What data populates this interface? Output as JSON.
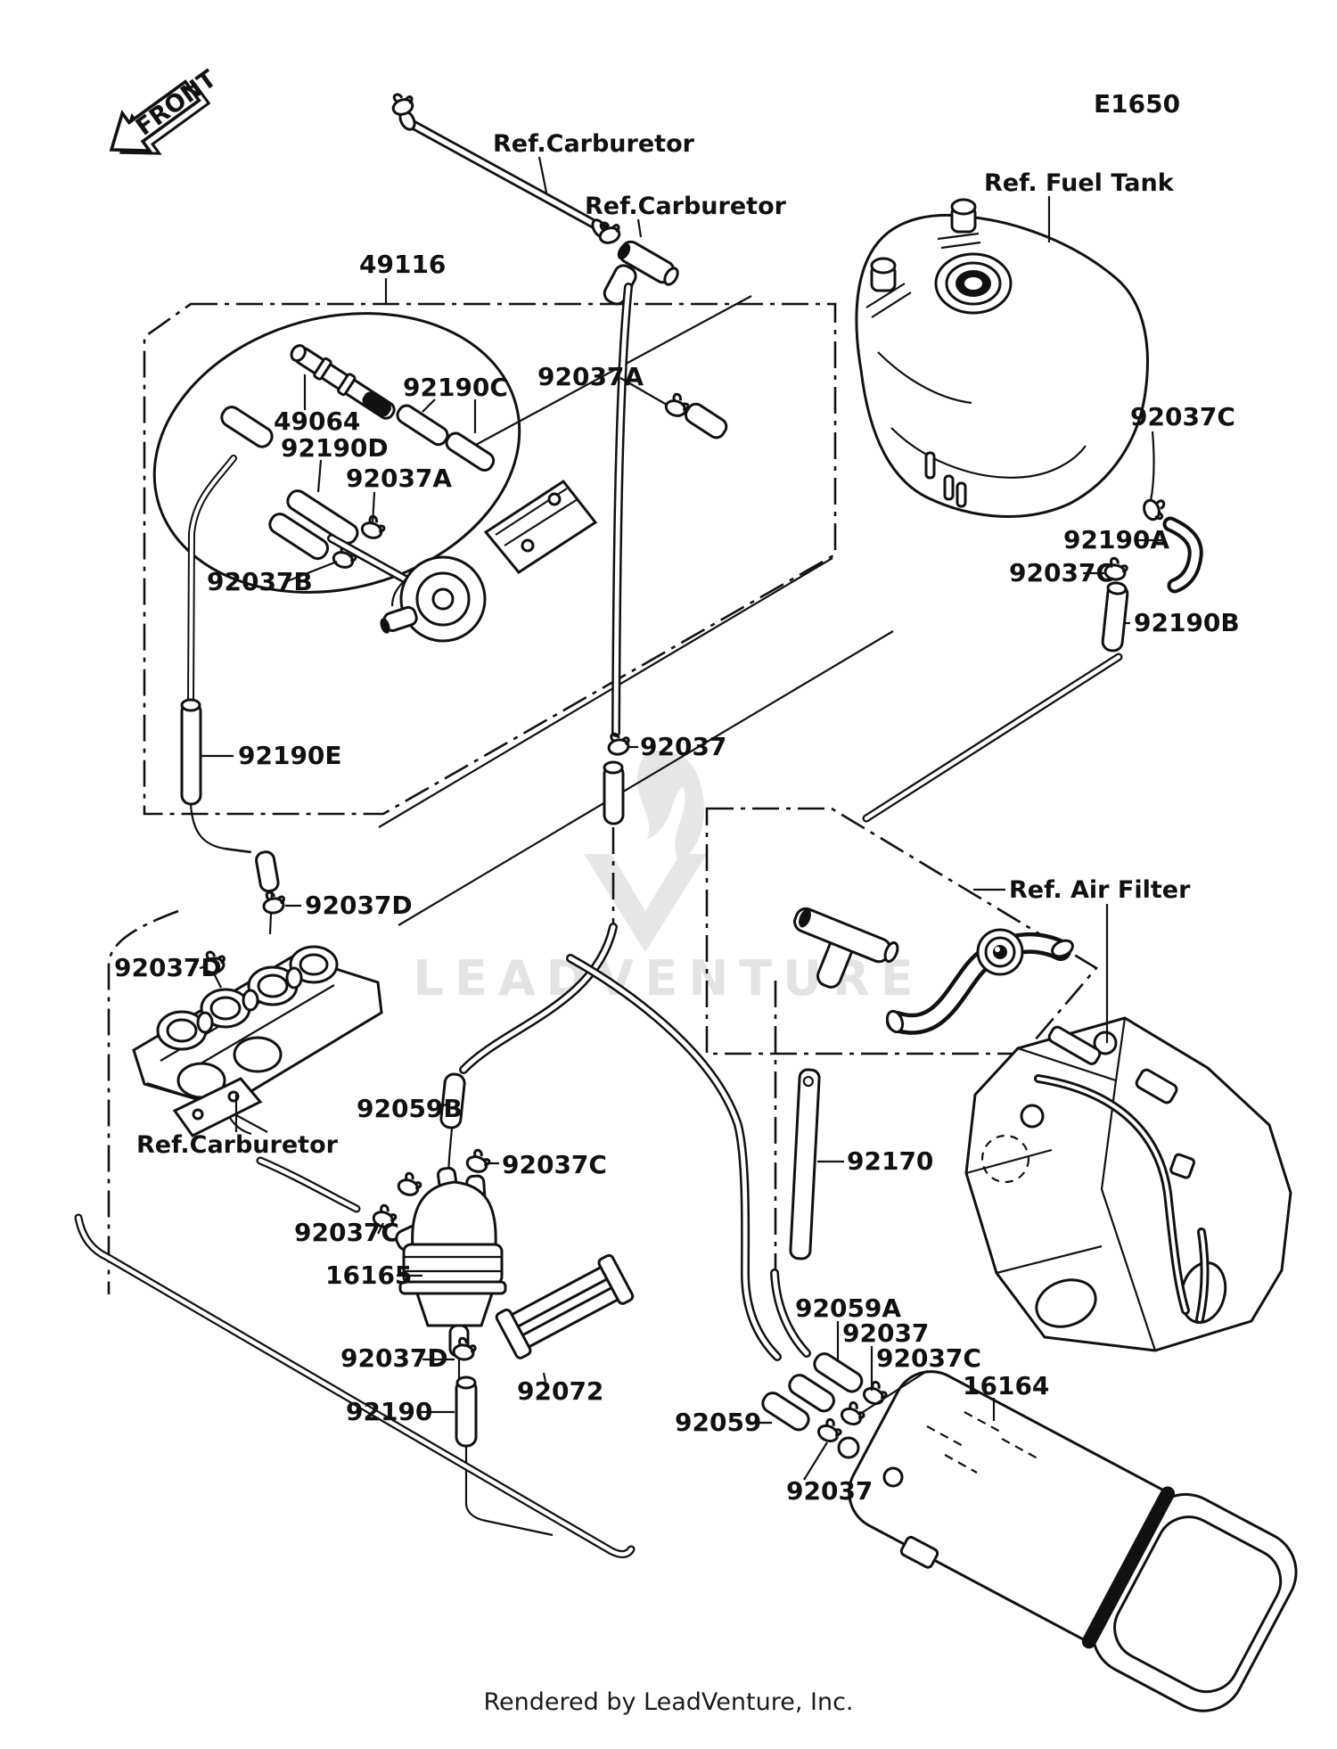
{
  "page": {
    "background": "#ffffff",
    "ink": "#111111",
    "watermark_color": "#e3e3e3"
  },
  "header": {
    "diagram_code": "E1650"
  },
  "front_marker": {
    "text": "FRONT"
  },
  "watermark": {
    "text": "LEADVENTURE"
  },
  "footer": {
    "credit": "Rendered by LeadVenture, Inc."
  },
  "labels": [
    {
      "id": "e1650",
      "text": "E1650"
    },
    {
      "id": "ref-carburetor-top",
      "text": "Ref.Carburetor"
    },
    {
      "id": "ref-carburetor-mid",
      "text": "Ref.Carburetor"
    },
    {
      "id": "ref-fuel-tank",
      "text": "Ref. Fuel Tank"
    },
    {
      "id": "49116",
      "text": "49116"
    },
    {
      "id": "92190C",
      "text": "92190C"
    },
    {
      "id": "49064",
      "text": "49064"
    },
    {
      "id": "92190D",
      "text": "92190D"
    },
    {
      "id": "92037A-right",
      "text": "92037A"
    },
    {
      "id": "92037A",
      "text": "92037A"
    },
    {
      "id": "92037B",
      "text": "92037B"
    },
    {
      "id": "92037C-tank-top",
      "text": "92037C"
    },
    {
      "id": "92190A",
      "text": "92190A"
    },
    {
      "id": "92037C-tank-mid",
      "text": "92037C"
    },
    {
      "id": "92190B",
      "text": "92190B"
    },
    {
      "id": "92190E",
      "text": "92190E"
    },
    {
      "id": "92037-mid",
      "text": "92037"
    },
    {
      "id": "ref-air-filter",
      "text": "Ref. Air Filter"
    },
    {
      "id": "92037D-right",
      "text": "92037D"
    },
    {
      "id": "92037D-left",
      "text": "92037D"
    },
    {
      "id": "ref-carburetor-bottom",
      "text": "Ref.Carburetor"
    },
    {
      "id": "92059B",
      "text": "92059B"
    },
    {
      "id": "92037C-filter-top",
      "text": "92037C"
    },
    {
      "id": "92037C-filter-left",
      "text": "92037C"
    },
    {
      "id": "16165",
      "text": "16165"
    },
    {
      "id": "92037D-bottom",
      "text": "92037D"
    },
    {
      "id": "92190",
      "text": "92190"
    },
    {
      "id": "92072",
      "text": "92072"
    },
    {
      "id": "92170",
      "text": "92170"
    },
    {
      "id": "92059A",
      "text": "92059A"
    },
    {
      "id": "92037-canister-top",
      "text": "92037"
    },
    {
      "id": "92037C-canister",
      "text": "92037C"
    },
    {
      "id": "16164",
      "text": "16164"
    },
    {
      "id": "92059",
      "text": "92059"
    },
    {
      "id": "92037-canister-bottom",
      "text": "92037"
    }
  ]
}
